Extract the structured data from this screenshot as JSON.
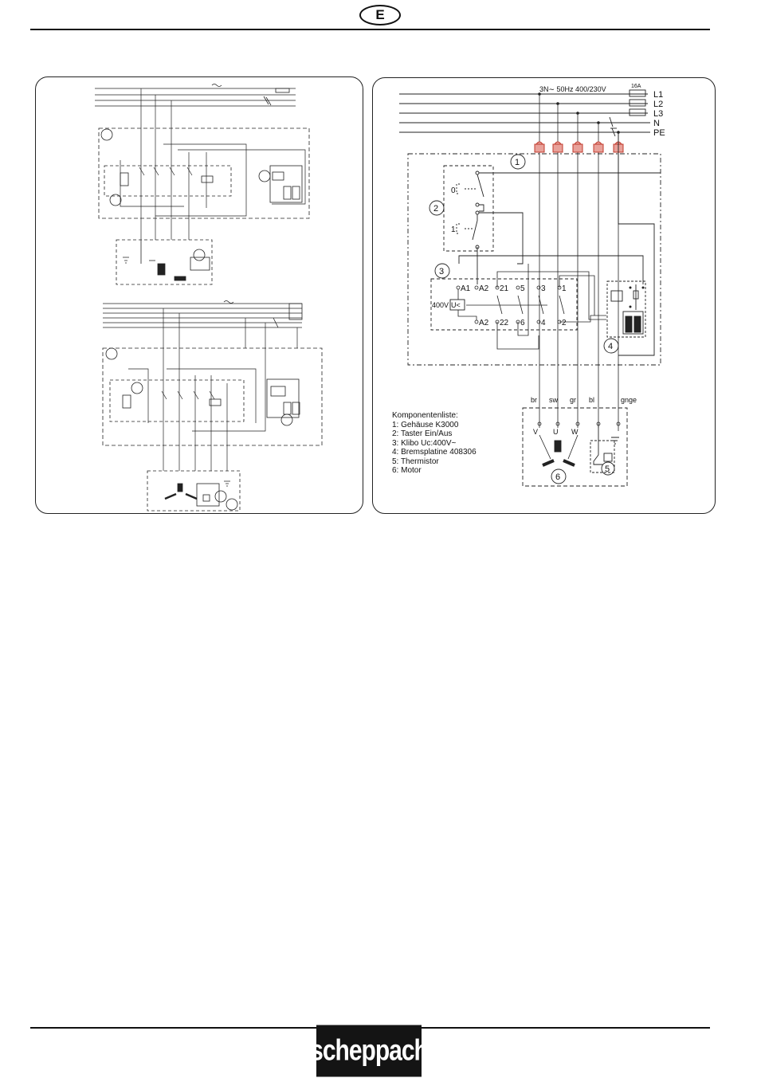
{
  "header": {
    "language_code": "E"
  },
  "right_diagram": {
    "supply_label": "3N∼ 50Hz 400/230V",
    "fuse_rating": "16A",
    "line_labels": [
      "L1",
      "L2",
      "L3",
      "N",
      "PE"
    ],
    "markers": [
      "1",
      "2",
      "3",
      "4",
      "5",
      "6"
    ],
    "switch_positions": [
      "0",
      "1"
    ],
    "contactor_terminals_top": [
      "A1",
      "A2",
      "21",
      "5",
      "3",
      "1"
    ],
    "contactor_terminals_bottom": [
      "A2",
      "22",
      "6",
      "4",
      "2"
    ],
    "coil_voltage": "400V",
    "coil_symbol": "U<",
    "wire_colors": [
      "br",
      "sw",
      "gr",
      "bl",
      "gnge"
    ],
    "motor_terminals": [
      "V",
      "U",
      "W"
    ],
    "component_list": {
      "title": "Komponentenliste:",
      "items": [
        "1:  Gehäuse  K3000",
        "2:  Taster  Ein/Aus",
        "3:  Klibo  Uc:400V~",
        "4:  Bremsplatine  408306",
        "5:  Thermistor",
        "6:  Motor"
      ]
    }
  },
  "footer": {
    "brand": "scheppach"
  }
}
